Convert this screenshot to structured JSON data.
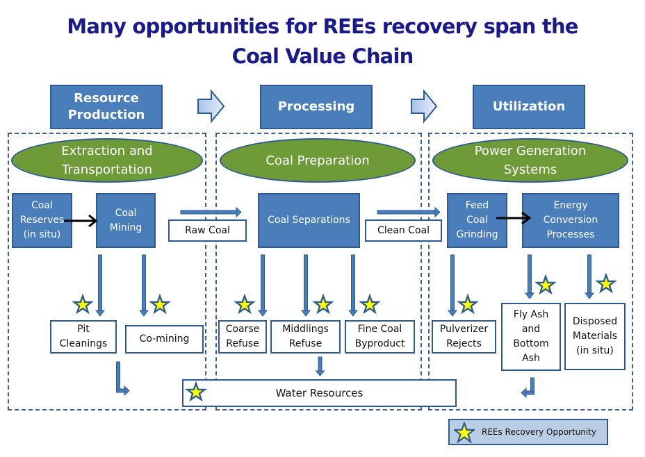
{
  "title": {
    "line1": "Many opportunities for REEs recovery span the",
    "line2": "Coal Value Chain"
  },
  "stages": [
    {
      "label": "Resource\nProduction"
    },
    {
      "label": "Processing"
    },
    {
      "label": "Utilization"
    }
  ],
  "zones": [
    {
      "label": "Extraction and\nTransportation"
    },
    {
      "label": "Coal Preparation"
    },
    {
      "label": "Power Generation\nSystems"
    }
  ],
  "process_boxes": {
    "coal_reserves": "Coal\nReserves\n(in situ)",
    "coal_mining": "Coal\nMining",
    "coal_separations": "Coal Separations",
    "feed_coal_grinding": "Feed\nCoal\nGrinding",
    "energy_conversion": "Energy\nConversion\nProcesses"
  },
  "flow_labels": {
    "raw_coal": "Raw Coal",
    "clean_coal": "Clean Coal"
  },
  "outputs": {
    "pit_cleanings": "Pit\nCleanings",
    "co_mining": "Co-mining",
    "coarse_refuse": "Coarse\nRefuse",
    "middlings_refuse": "Middlings\nRefuse",
    "fine_coal_byproduct": "Fine Coal\nByproduct",
    "pulverizer_rejects": "Pulverizer\nRejects",
    "fly_ash_bottom_ash": "Fly Ash\nand\nBottom\nAsh",
    "disposed_materials": "Disposed\nMaterials\n(in situ)",
    "water_resources": "Water Resources"
  },
  "legend": {
    "icon": "star-icon",
    "label": "REEs Recovery  Opportunity"
  },
  "colors": {
    "title": "#1a1a8c",
    "box_fill": "#4a7ebb",
    "box_border": "#2f5a8f",
    "ellipse_fill": "#6e9a38",
    "star_fill": "#ffff00",
    "legend_fill": "#b9cde5"
  }
}
